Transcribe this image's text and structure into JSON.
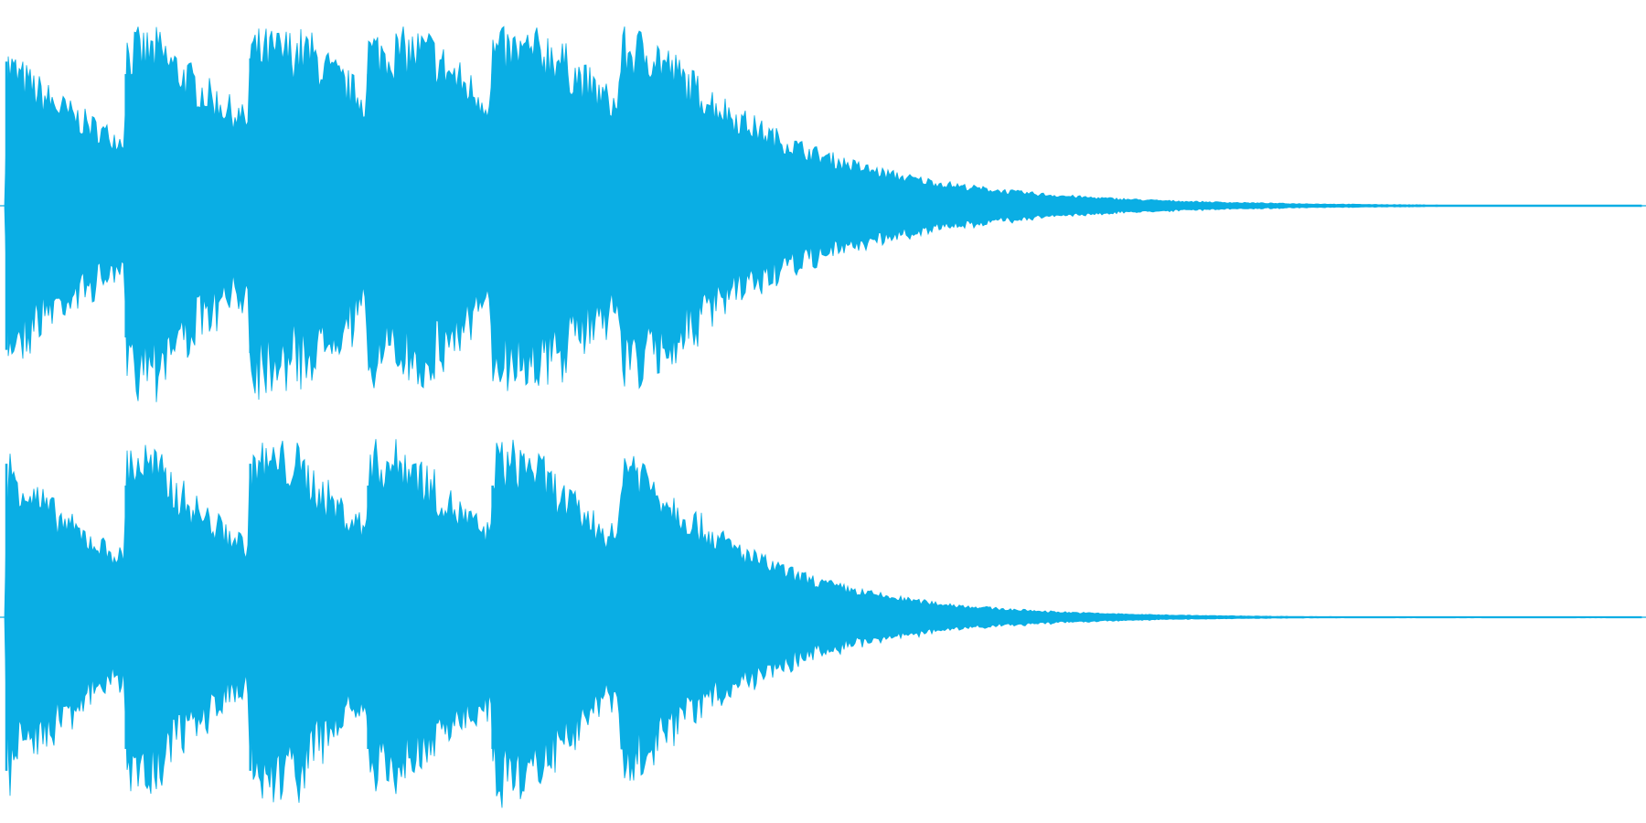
{
  "chart_data": {
    "type": "area",
    "title": "",
    "xlabel": "",
    "ylabel": "",
    "grid": false,
    "legend": "none",
    "color": "#0aaee4",
    "ylim": [
      -1,
      1
    ],
    "duration": 1.0,
    "series": [
      {
        "decay": 11,
        "tail_amplitude": 0.005,
        "onsets": [
          0.0,
          0.073,
          0.149,
          0.221,
          0.297,
          0.375
        ],
        "peaks": [
          0.92,
          0.84,
          0.94,
          0.84,
          0.84,
          0.62
        ]
      },
      {
        "decay": 13,
        "tail_amplitude": 0.004,
        "onsets": [
          0.0,
          0.073,
          0.149,
          0.221,
          0.297,
          0.375
        ],
        "peaks": [
          0.98,
          0.84,
          0.98,
          0.84,
          0.84,
          0.62
        ]
      }
    ]
  }
}
